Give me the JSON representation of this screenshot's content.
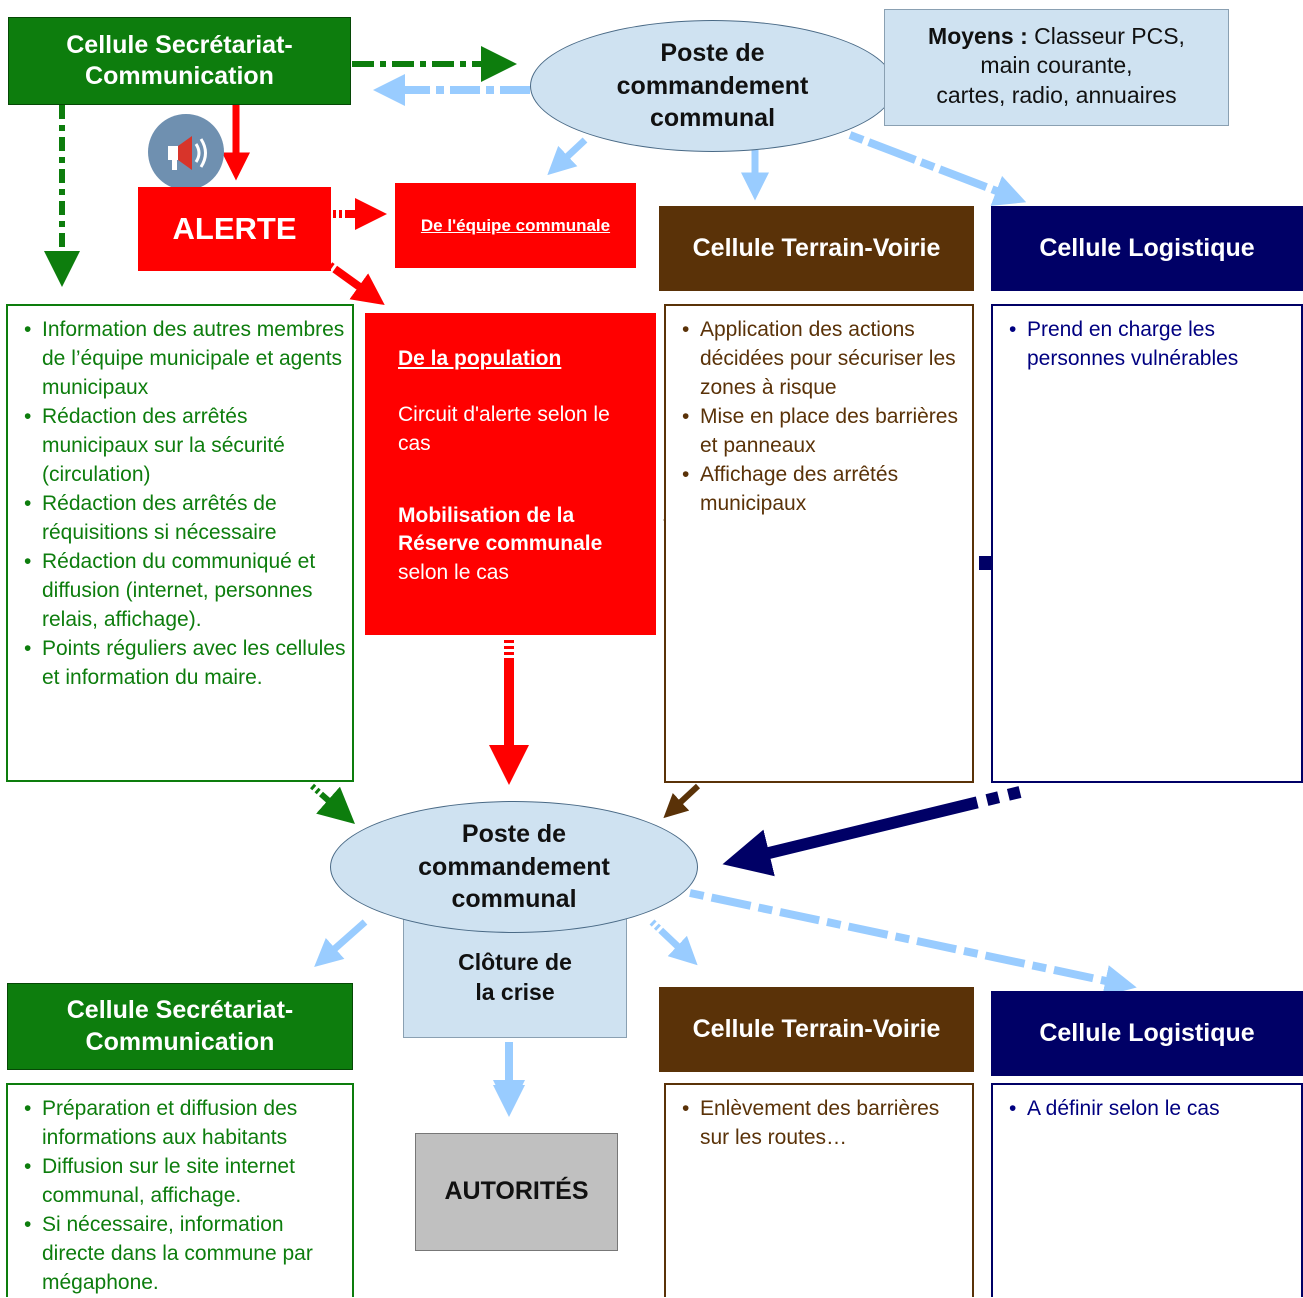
{
  "top": {
    "sec_header": "Cellule Secrétariat-\nCommunication",
    "pcc": "Poste de\ncommandement\ncommunal",
    "moyens_label": "Moyens :",
    "moyens_text": " Classeur PCS,\nmain courante,\ncartes, radio, annuaires",
    "alerte": "ALERTE",
    "equipe": "De l'équipe communale",
    "terrain_header": "Cellule Terrain-Voirie",
    "logistique_header": "Cellule Logistique",
    "sec_items": [
      "Information des autres membres de l’équipe municipale et agents municipaux",
      "Rédaction des arrêtés municipaux sur la sécurité (circulation)",
      "Rédaction des arrêtés de réquisitions si nécessaire",
      "Rédaction du communiqué et diffusion (internet, personnes relais, affichage).",
      "Points réguliers avec les cellules et information du maire."
    ],
    "population": {
      "title": "De la population",
      "circuit": "Circuit d'alerte selon le cas",
      "mobilisation_bold": "Mobilisation de la Réserve communale",
      "mobilisation_rest": " selon le cas"
    },
    "terrain_items": [
      "Application des actions décidées pour sécuriser les zones à risque",
      "Mise en place des barrières et panneaux",
      "Affichage des arrêtés municipaux"
    ],
    "logistique_items": [
      "Prend en charge les personnes vulnérables"
    ]
  },
  "bottom": {
    "pcc": "Poste de\ncommandement\ncommunal",
    "cloture": "Clôture de\nla crise",
    "sec_header": "Cellule Secrétariat-\nCommunication",
    "terrain_header": "Cellule Terrain-Voirie",
    "logistique_header": "Cellule Logistique",
    "autorites": "AUTORITÉS",
    "sec_items": [
      "Préparation et diffusion des informations aux habitants",
      "Diffusion sur le site internet communal, affichage.",
      "Si nécessaire, information directe dans la commune par mégaphone."
    ],
    "terrain_items": [
      "Enlèvement des barrières sur les routes…"
    ],
    "logistique_items": [
      "A définir selon le cas"
    ]
  },
  "colors": {
    "green": "#0d7d0d",
    "brown": "#5a3208",
    "navy": "#000066",
    "red": "#ff0000",
    "light_blue": "#99ccff",
    "ellipse_fill": "#cfe2f1",
    "autorites_fill": "#c0c0c0"
  },
  "icons": [
    "megaphone-icon"
  ]
}
